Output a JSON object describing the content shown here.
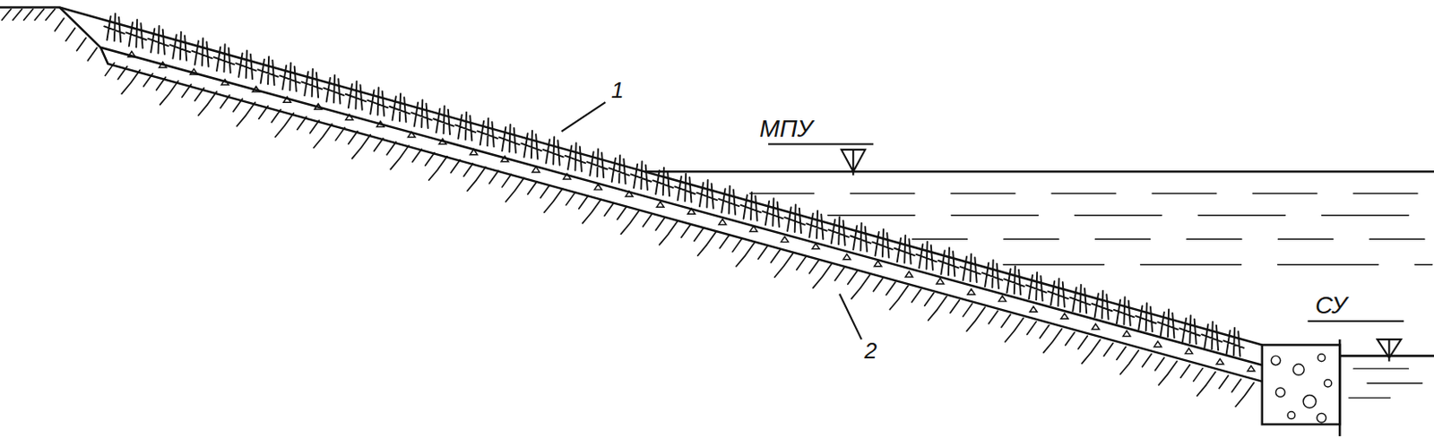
{
  "diagram": {
    "labels": [
      "1",
      "МПУ",
      "СУ",
      "2"
    ]
  }
}
